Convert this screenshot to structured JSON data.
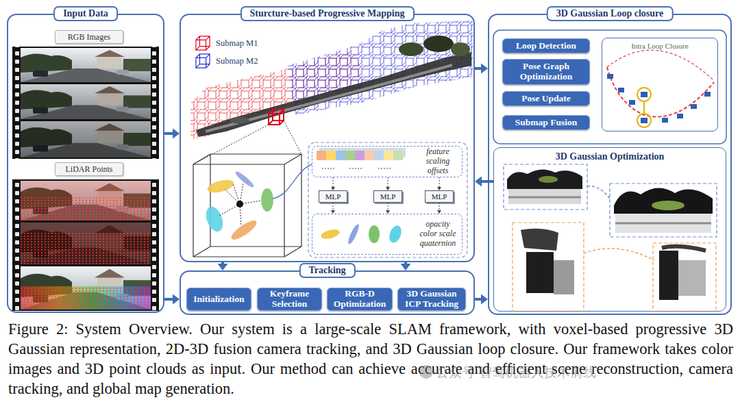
{
  "diagram": {
    "caption": "Figure 2: System Overview. Our system is a large-scale SLAM framework, with voxel-based progressive 3D Gaussian representation, 2D-3D fusion camera tracking, and 3D Gaussian loop closure. Our framework takes color images and 3D point clouds as input. Our method can achieve accurate and efficient scene reconstruction, camera tracking, and global map generation.",
    "nodes": [
      {
        "text": [
          "Input Data"
        ]
      },
      {
        "text": [
          "RGB Images"
        ],
        "in": 0
      },
      {
        "text": [
          "LiDAR Points"
        ],
        "in": 0
      },
      {
        "text": [
          "Sturcture-based Progressive Mapping"
        ]
      },
      {
        "text": [
          "feature scaling offsets"
        ],
        "in": 3
      },
      {
        "text": [
          "MLP"
        ],
        "in": 3
      },
      {
        "text": [
          "MLP"
        ],
        "in": 3
      },
      {
        "text": [
          "MLP"
        ],
        "in": 3
      },
      {
        "text": [
          "opacity color scale quaternion"
        ],
        "in": 3
      },
      {
        "text": [
          "3D Gaussian Loop closure"
        ]
      },
      {
        "text": [
          "Loop Detection"
        ],
        "in": 9
      },
      {
        "text": [
          "Pose Graph Optimization"
        ],
        "in": 9
      },
      {
        "text": [
          "Pose Update"
        ],
        "in": 9
      },
      {
        "text": [
          "Submap Fusion"
        ],
        "in": 9
      },
      {
        "text": [
          "Intra Loop Closure"
        ],
        "in": 9
      },
      {
        "text": [
          "3D Gaussian Optimization"
        ],
        "in": 9
      },
      {
        "text": [
          "Tracking"
        ]
      },
      {
        "text": [
          "Initialization"
        ],
        "in": 16
      },
      {
        "text": [
          "Keyframe Selection"
        ],
        "in": 16
      },
      {
        "text": [
          "RGB-D Optimization"
        ],
        "in": 16
      },
      {
        "text": [
          "3D Gaussian ICP Tracking"
        ],
        "in": 16
      }
    ],
    "edges": [
      {
        "from": 0,
        "to": 3,
        "arrow": "to"
      },
      {
        "from": 0,
        "to": 16,
        "arrow": "to"
      },
      {
        "from": 3,
        "to": 16,
        "arrow": "to"
      },
      {
        "from": 3,
        "to": 16,
        "arrow": "to"
      },
      {
        "from": 3,
        "to": 9,
        "arrow": "to"
      },
      {
        "from": 15,
        "to": 3,
        "arrow": "to"
      },
      {
        "from": 16,
        "to": 9,
        "arrow": "to"
      },
      {
        "from": 4,
        "to": 5,
        "arrow": "to"
      },
      {
        "from": 4,
        "to": 6,
        "arrow": "to"
      },
      {
        "from": 4,
        "to": 7,
        "arrow": "to"
      },
      {
        "from": 5,
        "to": 8,
        "arrow": "to"
      },
      {
        "from": 6,
        "to": 8,
        "arrow": "to"
      },
      {
        "from": 7,
        "to": 8,
        "arrow": "to"
      }
    ],
    "labels": [
      "公众号·智驾机器人技术前线"
    ],
    "legend": [
      {
        "text": "Submap M1"
      },
      {
        "text": "Submap M2"
      }
    ]
  }
}
